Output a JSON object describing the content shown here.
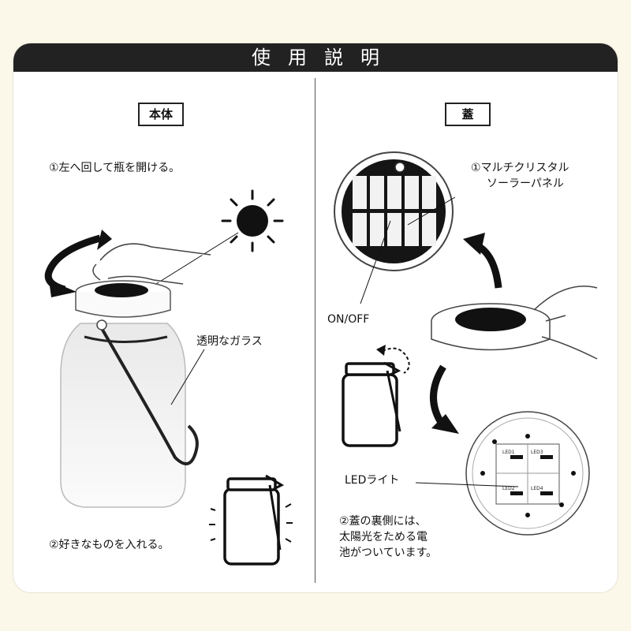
{
  "header": {
    "title": "使用説明"
  },
  "left": {
    "label": "本体",
    "step1": "①左へ回して瓶を開ける。",
    "glass_label": "透明なガラス",
    "step2": "②好きなものを入れる。"
  },
  "right": {
    "label": "蓋",
    "solar_panel": [
      "①マルチクリスタル",
      "ソーラーパネル"
    ],
    "switch_label": "ON/OFF",
    "led_label": "LEDライト",
    "battery_note": [
      "②蓋の裏側には、",
      "太陽光をためる電",
      "池がついています。"
    ],
    "board_labels": [
      "LED1",
      "LED2",
      "LED3",
      "LED4"
    ]
  }
}
